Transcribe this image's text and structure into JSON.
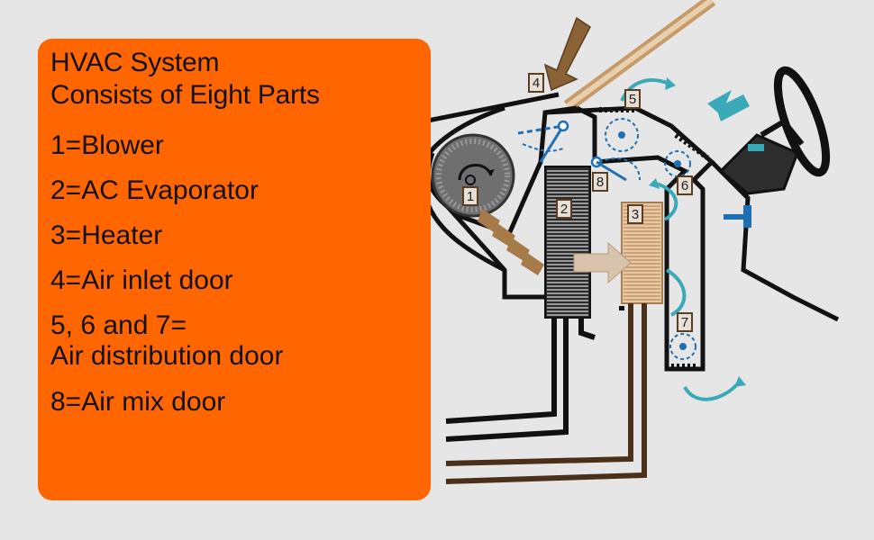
{
  "panel": {
    "title_line1": "HVAC System",
    "title_line2": "Consists of Eight Parts",
    "items": [
      {
        "line1": "1=Blower",
        "line2": ""
      },
      {
        "line1": "2=AC Evaporator",
        "line2": ""
      },
      {
        "line1": "3=Heater",
        "line2": ""
      },
      {
        "line1": "4=Air inlet door",
        "line2": ""
      },
      {
        "line1": "5, 6 and 7=",
        "line2": "Air distribution door"
      },
      {
        "line1": "8=Air mix door",
        "line2": ""
      }
    ]
  },
  "diagram": {
    "labels": [
      "1",
      "2",
      "3",
      "4",
      "5",
      "6",
      "7",
      "8"
    ]
  },
  "colors": {
    "panel": "#ff6600",
    "door_blue": "#1f6fb5",
    "airflow_teal": "#3aa9b8",
    "heater": "#e9c7a0",
    "pipe_brown": "#4a3018",
    "inlet_arrow": "#8a6235"
  }
}
